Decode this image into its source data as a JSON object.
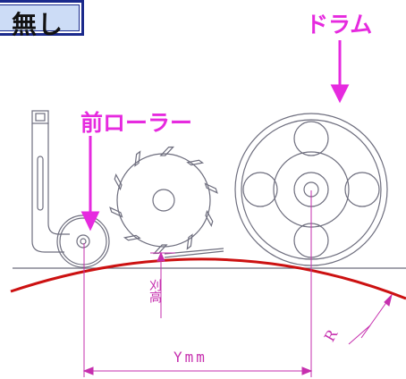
{
  "title": "無し",
  "labels": {
    "drum": "ドラム",
    "front_roller": "前ローラー"
  },
  "dimensions": {
    "y_distance": "Ymm",
    "cut_height": "刈高",
    "radius": "R"
  },
  "colors": {
    "outline": "#6e6e7e",
    "label": "#e62adf",
    "dimension": "#c62fae",
    "curve": "#cc1111",
    "title_border": "#1b2a8c",
    "title_fill": "#ccdcf6"
  }
}
